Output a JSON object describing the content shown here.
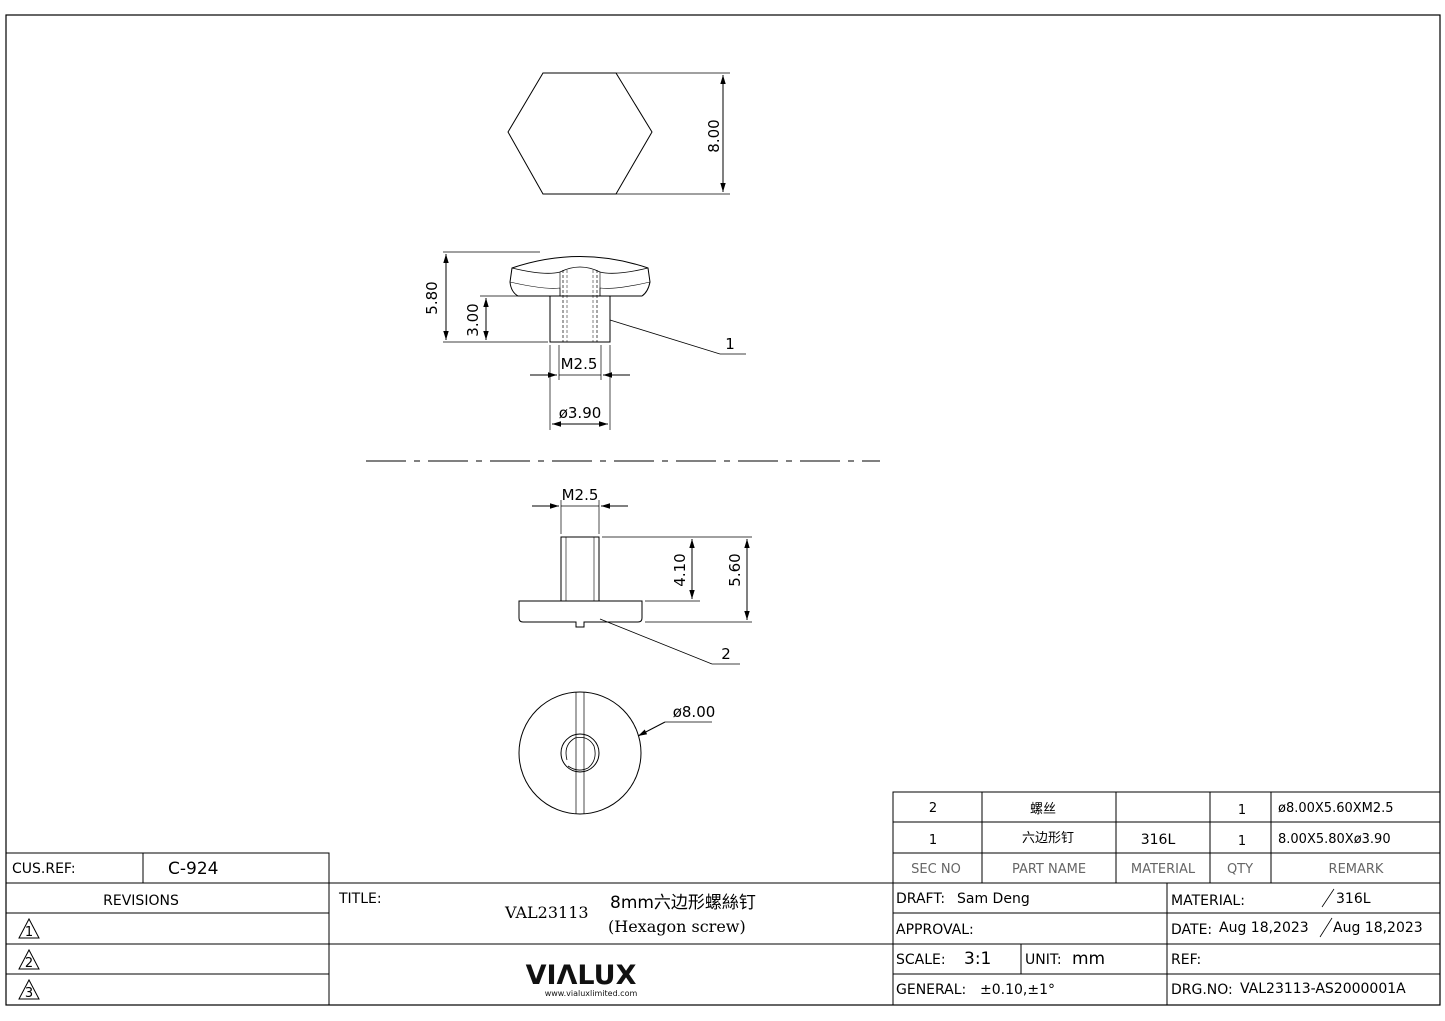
{
  "drawing": {
    "hex_top_view": {
      "dim_height": "8.00"
    },
    "hex_nut_side_view": {
      "dim_total_height": "5.80",
      "dim_bore_depth": "3.00",
      "dim_thread": "M2.5",
      "dim_diameter": "ø3.90",
      "balloon": "1"
    },
    "screw_side_view": {
      "dim_thread": "M2.5",
      "dim_shank_length": "4.10",
      "dim_total_length": "5.60",
      "balloon": "2"
    },
    "screw_top_view": {
      "dim_diameter": "ø8.00"
    }
  },
  "bom": {
    "rows": [
      {
        "sec_no": "2",
        "part_name": "螺丝",
        "material": "",
        "qty": "1",
        "remark": "ø8.00X5.60XM2.5"
      },
      {
        "sec_no": "1",
        "part_name": "六边形钉",
        "material": "316L",
        "qty": "1",
        "remark": "8.00X5.80Xø3.90"
      }
    ],
    "headers": {
      "sec_no": "SEC NO",
      "part_name": "PART NAME",
      "material": "MATERIAL",
      "qty": "QTY",
      "remark": "REMARK"
    }
  },
  "title_block": {
    "cus_ref_label": "CUS.REF:",
    "cus_ref_value": "C-924",
    "revisions_label": "REVISIONS",
    "revision_marks": [
      "1",
      "2",
      "3"
    ],
    "title_label": "TITLE:",
    "title_code": "VAL23113",
    "title_name": "8mm六边形螺絲钉",
    "title_sub": "(Hexagon screw)",
    "logo_text": "VIΛLUX",
    "logo_url": "www.vialuxlimited.com",
    "draft_label": "DRAFT:",
    "draft_value": "Sam Deng",
    "approval_label": "APPROVAL:",
    "scale_label": "SCALE:",
    "scale_value": "3:1",
    "unit_label": "UNIT:",
    "unit_value": "mm",
    "general_label": "GENERAL:",
    "general_value": "±0.10,±1°",
    "material_label": "MATERIAL:",
    "material_value": "316L",
    "date_label": "DATE:",
    "date_value_1": "Aug 18,2023",
    "date_value_2": "Aug 18,2023",
    "ref_label": "REF:",
    "drg_no_label": "DRG.NO:",
    "drg_no_value": "VAL23113-AS2000001A"
  }
}
